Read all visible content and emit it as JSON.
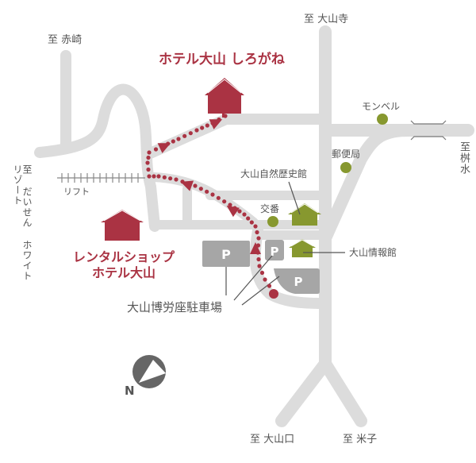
{
  "title": "大山博労座駐車場周辺地図",
  "colors": {
    "road": "#dcdcdc",
    "hotel": "#aa3343",
    "facility": "#87982f",
    "parking": "#a6a6a6",
    "text": "#555555"
  },
  "destinations": {
    "akasaki": "至 赤崎",
    "daisenji": "至 大山寺",
    "masumizu": "至桝水",
    "daisen_white_resort": "至 だいせん ホワイトリゾート",
    "daisenguchi": "至 大山口",
    "yonago": "至 米子"
  },
  "hotels": {
    "shirogane": "ホテル大山 しろがね",
    "rental_shop_line1": "レンタルショップ",
    "rental_shop_line2": "ホテル大山"
  },
  "landmarks": {
    "lift": "リフト",
    "monbell": "モンベル",
    "post_office": "郵便局",
    "natural_history_museum": "大山自然歴史館",
    "police_box": "交番",
    "info_center": "大山情報館",
    "parking_lot": "大山博労座駐車場",
    "parking_sign": "P"
  },
  "compass": {
    "label": "N",
    "icon": "north-arrow-icon"
  },
  "icons": {
    "hotel": "house-icon",
    "facility": "house-icon",
    "poi": "dot-icon",
    "route_arrow": "triangle-arrow-icon"
  }
}
